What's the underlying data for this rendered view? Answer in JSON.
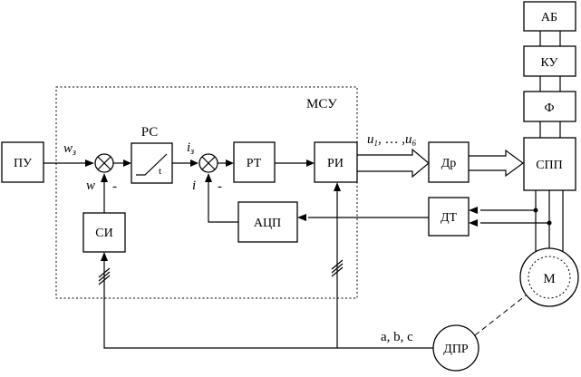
{
  "diagram": {
    "mcu_label": "МСУ",
    "blocks": {
      "pu": "ПУ",
      "rs": "РС",
      "rs_inner": "t",
      "rt": "РТ",
      "ri": "РИ",
      "dr": "Др",
      "spp": "СПП",
      "f": "Ф",
      "ku": "КУ",
      "ab": "АБ",
      "dt": "ДТ",
      "acp": "АЦП",
      "si": "СИ",
      "m": "М",
      "dpr": "ДПР"
    },
    "signals": {
      "w_ref": "w",
      "w_ref_sub": "з",
      "w_fb": "w",
      "minus1": "-",
      "i_ref": "i",
      "i_ref_sub": "з",
      "i_fb": "i",
      "minus2": "-",
      "u_outputs_u": "u",
      "u_outputs_sub1": "1",
      "u_outputs_mid": ", … ,",
      "u_outputs_u2": "u",
      "u_outputs_sub6": "6",
      "abc": "a, b, c"
    }
  }
}
